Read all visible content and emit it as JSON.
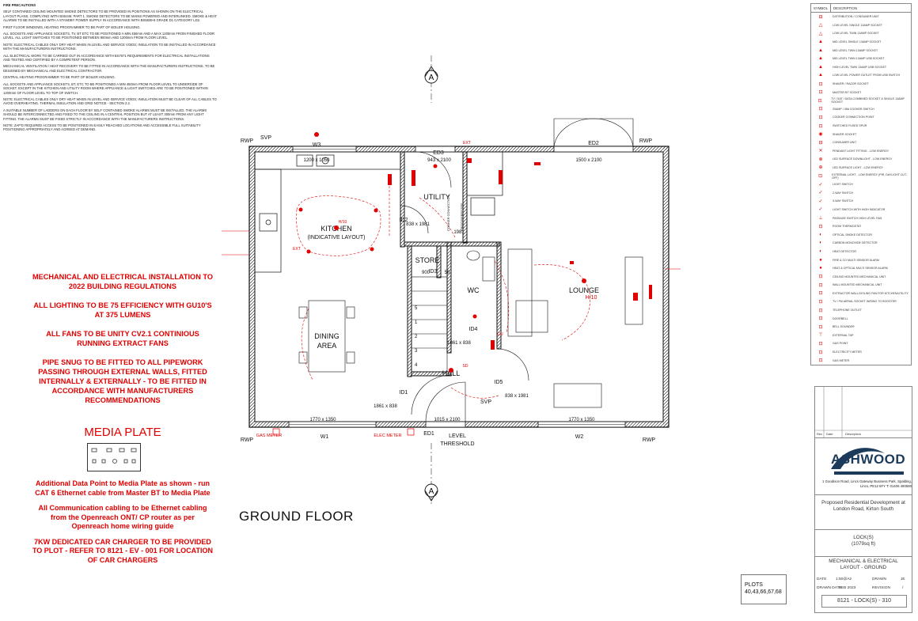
{
  "notes": {
    "heading": "FIRE PRECAUTIONS",
    "paras": [
      "SELF CONTAINED CEILING MOUNTED SMOKE DETECTORS TO BE PROVIDED IN POSITIONS AS SHOWN ON THE ELECTRICAL LAYOUT PLANS, COMPLYING WITH BS5446: PART 1. SMOKE DETECTORS TO BE MAINS POWERED AND INTERLINKED. SMOKE & HEAT ALARMS TO BE INSTALLED WITH A STANDBY POWER SUPPLY IN ACCORDANCE WITH BS5839-6 GRADE D1 CATEGORY LD2.",
      "FIRST FLOOR WINDOWS, HEATING PROGRAMMER TO BE PART OF BOILER HOUSING.",
      "ALL SOCKETS AND APPLIANCE SOCKETS, TV, BT ETC TO BE POSITIONED A MIN 450mm AND A MAX 1200mm FROM FINISHED FLOOR LEVEL. ALL LIGHT SWITCHES TO BE POSITIONED BETWEEN 900mm AND 1200mm FROM FLOOR LEVEL.",
      "NOTE: ELECTRICAL CABLES ONLY DRY HEAT WHEN IN LEVEL AND SERVICE VOIDS; INSULATION TO BE INSTALLED IN ACCORDANCE WITH THE MANUFACTURERS INSTRUCTIONS.",
      "ALL ELECTRICAL WORK TO BE CARRIED OUT IN ACCORDANCE WITH BS7671 REQUIREMENTS FOR ELECTRICAL INSTALLATIONS AND TESTED AND CERTIFIED BY A COMPETENT PERSON.",
      "MECHANICAL VENTILATION / HEAT RECOVERY TO BE FITTED IN ACCORDANCE WITH THE MANUFACTURERS INSTRUCTIONS. TO BE DESIGNED BY MECHANICAL AND ELECTRICAL CONTRACTOR.",
      "CENTRAL HEATING PROGRAMMER TO BE PART OF BOILER HOUSING.",
      "ALL SOCKETS AND APPLIANCE SOCKETS, BT, ETC TO BE POSITIONED A MIN 450mm FROM FLOOR LEVEL TO UNDERSIDE OF SOCKET. EXCEPT IN THE KITCHEN AND UTILITY ROOM WHERE APPLIANCE & LIGHT SWITCHES ARE TO BE POSITIONED WITHIN 1200mm OF FLOOR LEVEL TO TOP OF SWITCH.",
      "NOTE: ELECTRICAL CABLES ONLY DRY HEAT WHEN IN LEVEL AND SERVICE VOIDS; INSULATION MUST BE CLEAR OF ALL CABLES TO AVOID OVERHEATING. THERMAL INSULATION AND GRID NOTICE - SECTION 2.2.",
      "A SUITABLE NUMBER OF LADDERS ON EACH FLOOR BY SELF CONTAINED SMOKE ALARMS MUST BE INSTALLED. THE ALARMS SHOULD BE INTERCONNECTED AND FIXED TO THE CEILING IN A CENTRAL POSITION BUT AT LEAST 300mm FROM ANY LIGHT FITTING. THE ALARMS MUST BE FIXED STRICTLY IN ACCORDANCE WITH THE MANUFACTURERS INSTRUCTIONS.",
      "NOTE: ZAP'D REQUIRED ACCESS TO BE POSITIONED IN EASILY REACHED LOCATIONS AND ACCESSIBLE FULL SUITABILITY POSITIONING APPROPRIATELY AND AGREED AT DEMAND."
    ]
  },
  "red_notes": [
    "MECHANICAL AND ELECTRICAL INSTALLATION TO 2022 BUILDING REGULATIONS",
    "ALL LIGHTING TO BE 75 EFFICIENCY WITH GU10'S AT 375 LUMENS",
    "ALL FANS TO BE UNITY CV2.1 CONTINIOUS RUNNING EXTRACT FANS",
    "PIPE SNUG TO BE FITTED TO ALL PIPEWORK PASSING THROUGH EXTERNAL WALLS, FITTED INTERNALLY & EXTERNALLY - TO BE FITTED IN ACCORDANCE WITH MANUFACTURERS RECOMMENDATIONS"
  ],
  "media_plate_title": "MEDIA PLATE",
  "media_notes": [
    "Additional Data Point to Media Plate as shown - run CAT 6 Ethernet cable from Master BT to Media Plate",
    "All Communication cabling to be Ethernet cabling from the Openreach ONT/ CP router as per Openreach home wiring guide",
    "7KW DEDICATED CAR CHARGER TO BE PROVIDED TO PLOT - REFER TO 8121 - EV - 001 FOR LOCATION OF CAR CHARGERS"
  ],
  "plan": {
    "rooms": {
      "kitchen": "KITCHEN",
      "kitchen_sub": "(INDICATIVE LAYOUT)",
      "dining": "DINING",
      "dining2": "AREA",
      "lounge": "LOUNGE",
      "store": "STORE",
      "utility": "UTILITY",
      "wc": "WC",
      "hall": "HALL"
    },
    "doors": {
      "ed1": "ED1",
      "ed2": "ED2",
      "ed3": "ED3",
      "id1": "ID1",
      "id2": "ID2",
      "id3": "ID3",
      "id4": "ID4",
      "id5": "ID5"
    },
    "windows": {
      "w1": "W1",
      "w2": "W2",
      "w3": "W3"
    },
    "dims": {
      "ed3": "943 x 2100",
      "ed2": "1500 x 2100",
      "w3": "1200 x 1050",
      "w1": "1770 x 1350",
      "w2": "1770 x 1350",
      "ed1": "1015 x 2100",
      "id5": "838 x 1981",
      "id1": "1861 x 838",
      "id4": "1861 x 838",
      "id2": "838 x 1981",
      "id3": "1981",
      "store": "900",
      "store50": "50"
    },
    "tags": {
      "rwp": "RWP",
      "svp": "SVP",
      "gas_meter": "GAS METER",
      "elec_meter": "ELEC METER",
      "level_threshold_1": "LEVEL",
      "level_threshold_2": "THRESHOLD",
      "section_a": "A",
      "ext": "EXT",
      "h10": "H/10",
      "sd": "SD",
      "cu": "CU",
      "cooker": "COOKER CONNECTION",
      "fridge": "FRIDGE/FREEZER"
    },
    "stair_numbers": [
      "1",
      "2",
      "3",
      "4",
      "5"
    ]
  },
  "floor_label": "GROUND FLOOR",
  "plots": {
    "label": "PLOTS",
    "value": "40,43,66,67,68"
  },
  "legend": {
    "col_symbol": "SYMBOL",
    "col_desc": "DESCRIPTION",
    "items": [
      {
        "sym": "⊟",
        "desc": "DISTRIBUTION / CONSUMER UNIT"
      },
      {
        "sym": "△",
        "desc": "LOW LEVEL SINGLE 13AMP SOCKET"
      },
      {
        "sym": "△",
        "desc": "LOW LEVEL TWIN 13AMP SOCKET"
      },
      {
        "sym": "▲",
        "desc": "MID LEVEL SINGLE 13AMP SOCKET"
      },
      {
        "sym": "▲",
        "desc": "MID LEVEL TWIN 13AMP SOCKET"
      },
      {
        "sym": "▲",
        "desc": "MID LEVEL TWIN 13AMP USB SOCKET"
      },
      {
        "sym": "▲",
        "desc": "HIGH LEVEL TWIN 13AMP USB SOCKET"
      },
      {
        "sym": "▲",
        "desc": "LOW LEVEL POWER OUTLET FROM USB SWITCH"
      },
      {
        "sym": "⊡",
        "desc": "SHAVER / RAZOR SOCKET"
      },
      {
        "sym": "⊡",
        "desc": "MASTER BT SOCKET"
      },
      {
        "sym": "⊡",
        "desc": "TV / SAT / DATA COMBINED SOCKET & SINGLE 13AMP SOCKET"
      },
      {
        "sym": "⊡",
        "desc": "20AMP / 45A COOKER SWITCH"
      },
      {
        "sym": "⊡",
        "desc": "COOKER CONNECTION POINT"
      },
      {
        "sym": "⊡",
        "desc": "SWITCHED FUSED SPUR"
      },
      {
        "sym": "◉",
        "desc": "SHAVER SOCKET"
      },
      {
        "sym": "⊟",
        "desc": "CONSUMER UNIT"
      },
      {
        "sym": "✕",
        "desc": "PENDANT LIGHT FITTING - LOW ENERGY"
      },
      {
        "sym": "⊗",
        "desc": "LED SURFACE DOWNLIGHT - LOW ENERGY"
      },
      {
        "sym": "⊕",
        "desc": "LED SURFACE LIGHT - LOW ENERGY"
      },
      {
        "sym": "⊡",
        "desc": "EXTERNAL LIGHT - LOW ENERGY (PIR, DAYLIGHT CUT-OFF)"
      },
      {
        "sym": "✓",
        "desc": "LIGHT SWITCH"
      },
      {
        "sym": "✓",
        "desc": "2-WAY SWITCH"
      },
      {
        "sym": "✓",
        "desc": "3-WAY SWITCH"
      },
      {
        "sym": "✓",
        "desc": "LIGHT SWITCH WITH HIGH INDICATOR"
      },
      {
        "sym": "⊥",
        "desc": "PASSAGE SWITCH HIGH LEVEL FAN"
      },
      {
        "sym": "⊡",
        "desc": "ROOM THERMOSTAT"
      },
      {
        "sym": "◐",
        "desc": "OPTICAL SMOKE DETECTOR"
      },
      {
        "sym": "◐",
        "desc": "CARBON MONOXIDE DETECTOR"
      },
      {
        "sym": "◐",
        "desc": "HEAT DETECTOR"
      },
      {
        "sym": "●",
        "desc": "FIRE & CO MULTI SENSOR ALARM"
      },
      {
        "sym": "●",
        "desc": "HEAT & OPTICAL MULTI SENSOR ALARM"
      },
      {
        "sym": "⊡",
        "desc": "CEILING MOUNTED MECHANICAL UNIT"
      },
      {
        "sym": "⊡",
        "desc": "WALL MOUNTED MECHANICAL UNIT"
      },
      {
        "sym": "⊡",
        "desc": "EXTRACTOR WALL/CEILING FAN FOR KITCHEN/UTILITY"
      },
      {
        "sym": "⊡",
        "desc": "TV / FM AERIAL SOCKET WIRING TO BOOSTER"
      },
      {
        "sym": "⊡",
        "desc": "TELEPHONE OUTLET"
      },
      {
        "sym": "⊡",
        "desc": "DOORBELL"
      },
      {
        "sym": "⊡",
        "desc": "BELL SOUNDER"
      },
      {
        "sym": "⊤",
        "desc": "EXTERNAL TAP"
      },
      {
        "sym": "⊡",
        "desc": "GAS POINT"
      },
      {
        "sym": "⊡",
        "desc": "ELECTRICITY METER"
      },
      {
        "sym": "⊡",
        "desc": "GAS METER"
      }
    ]
  },
  "title_block": {
    "rev_headers": [
      "Rev",
      "Date",
      "Description"
    ],
    "company": "ASHWOOD",
    "address": "1 Goodison Road, Lincs Gateway Business Park, Spalding, Lincs, PE12 6FY   T: 01406 490580",
    "project": "Proposed Residential Development at London Road, Kirton South",
    "house": "LOCK(S)",
    "area": "(1079sq ft)",
    "drawing_title": "MECHANICAL & ELECTRICAL LAYOUT - GROUND",
    "date_label": "DATE",
    "date_value": "1:50@A2",
    "drawn_label": "DRAWN",
    "drawn_value": "JE",
    "drawn_date_label": "DRAWN DATE",
    "drawn_date_value": "FEB 2023",
    "revision_label": "REVISION",
    "revision_value": "/",
    "drawing_number": "8121 - LOCK(S) - 310"
  },
  "colors": {
    "red": "#e00000",
    "wall": "#111111",
    "brand": "#1c3b5a"
  }
}
